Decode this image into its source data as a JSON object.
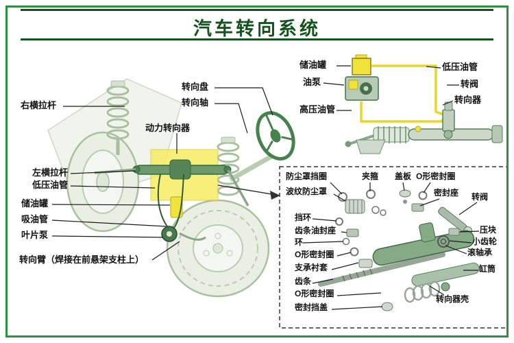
{
  "header": {
    "title": "汽车转向系统"
  },
  "colors": {
    "frame_green": "#2f8f3c",
    "title_green": "#14531d",
    "highlight_yellow": "#f2e33c",
    "part_green": "#47814d"
  },
  "left_diagram": {
    "labels": [
      {
        "text": "右横拉杆"
      },
      {
        "text": "转向盘"
      },
      {
        "text": "转向轴"
      },
      {
        "text": "动力转向器"
      },
      {
        "text": "左横拉杆"
      },
      {
        "text": "低压油管"
      },
      {
        "text": "储油罐"
      },
      {
        "text": "吸油管"
      },
      {
        "text": "叶片泵"
      },
      {
        "text": "转向臂（焊接在前悬架支柱上）"
      }
    ]
  },
  "pump_diagram": {
    "labels": [
      {
        "text": "储油罐"
      },
      {
        "text": "油泵"
      },
      {
        "text": "高压油管"
      },
      {
        "text": "低压油管"
      },
      {
        "text": "转阀"
      },
      {
        "text": "转向器"
      }
    ]
  },
  "exploded_view": {
    "labels": [
      {
        "text": "防尘罩挡圈"
      },
      {
        "text": "夹箍"
      },
      {
        "text": "盖板"
      },
      {
        "text": "O形密封圈"
      },
      {
        "text": "波纹防尘罩"
      },
      {
        "text": "密封座"
      },
      {
        "text": "转阀"
      },
      {
        "text": "挡环"
      },
      {
        "text": "齿条油封座"
      },
      {
        "text": "环"
      },
      {
        "text": "O形密封圈"
      },
      {
        "text": "支承衬套"
      },
      {
        "text": "齿条"
      },
      {
        "text": "O形密封圈"
      },
      {
        "text": "密封挡盖"
      },
      {
        "text": "压块"
      },
      {
        "text": "小齿轮"
      },
      {
        "text": "滚轴承"
      },
      {
        "text": "缸筒"
      },
      {
        "text": "转向器壳"
      }
    ]
  }
}
